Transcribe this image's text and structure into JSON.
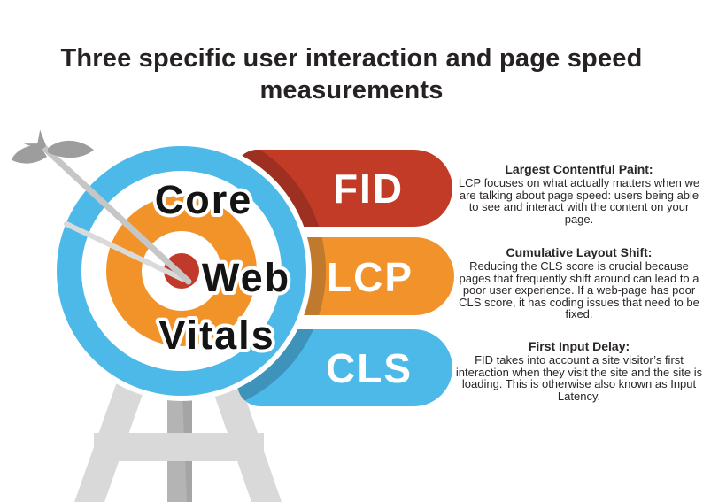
{
  "title": "Three specific user interaction and page speed measurements",
  "target": {
    "word1": "Core",
    "word2": "Web",
    "word3": "Vitals"
  },
  "pills": [
    {
      "label": "FID",
      "color": "#c23b27",
      "dark": "#9d3020"
    },
    {
      "label": "LCP",
      "color": "#f2922a",
      "dark": "#c0792d"
    },
    {
      "label": "CLS",
      "color": "#4db9e8",
      "dark": "#3e93bb"
    }
  ],
  "descriptions": [
    {
      "heading": "Largest Contentful Paint:",
      "body": "LCP focuses on what actually matters when we are talking about page speed: users being able to see and interact with the content on your page."
    },
    {
      "heading": "Cumulative Layout Shift:",
      "body": "Reducing the CLS score is crucial because pages that frequently shift around can lead to a poor user experience. If a web-page has poor CLS score, it has coding issues that need to be fixed."
    },
    {
      "heading": "First Input Delay:",
      "body": "FID takes into account a site visitor’s first interaction when they visit the site and the site is loading. This is otherwise also known as Input Latency."
    }
  ],
  "colors": {
    "blue": "#4db9e8",
    "orange": "#f2932a",
    "bullseye_red": "#c0392b",
    "rim_white": "#ffffff",
    "title_text": "#262223",
    "body_text": "#2a2627",
    "stand_light_gray": "#d9d9d9",
    "stand_dark_gray": "#b4b4b4",
    "arrow_shaft_gray": "#c6c6c6",
    "arrow_feather_gray": "#9d9d9d"
  }
}
